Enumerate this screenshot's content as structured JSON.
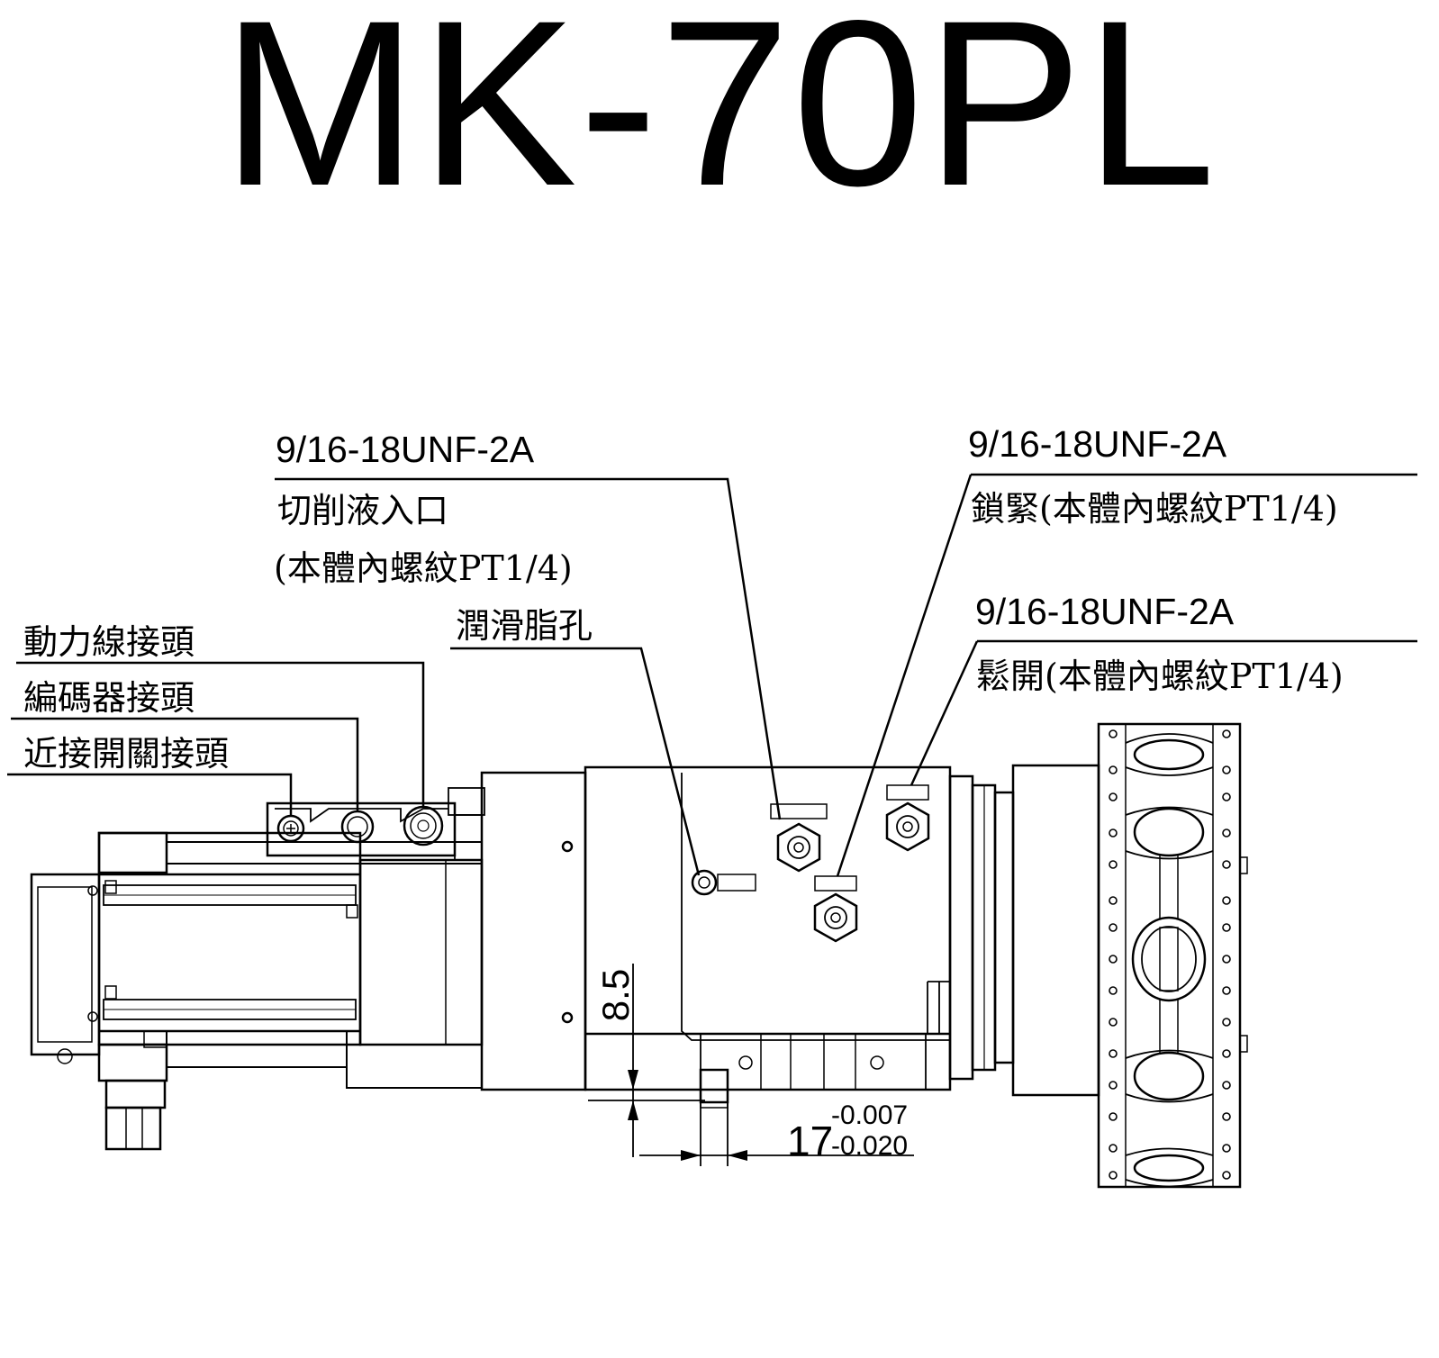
{
  "title": "MK-70PL",
  "callouts": {
    "coolant": {
      "thread": "9/16-18UNF-2A",
      "name": "切削液入口",
      "note": "(本體內螺紋PT1/4)"
    },
    "grease": {
      "name": "潤滑脂孔"
    },
    "clamp": {
      "thread": "9/16-18UNF-2A",
      "note": "鎖緊(本體內螺紋PT1/4)"
    },
    "unclamp": {
      "thread": "9/16-18UNF-2A",
      "note": "鬆開(本體內螺紋PT1/4)"
    },
    "connectors": {
      "power": "動力線接頭",
      "encoder": "編碼器接頭",
      "proximity": "近接開關接頭"
    }
  },
  "dimensions": {
    "height": "8.5",
    "width_nominal": "17",
    "width_upper_tol": "-0.007",
    "width_lower_tol": "-0.020"
  }
}
